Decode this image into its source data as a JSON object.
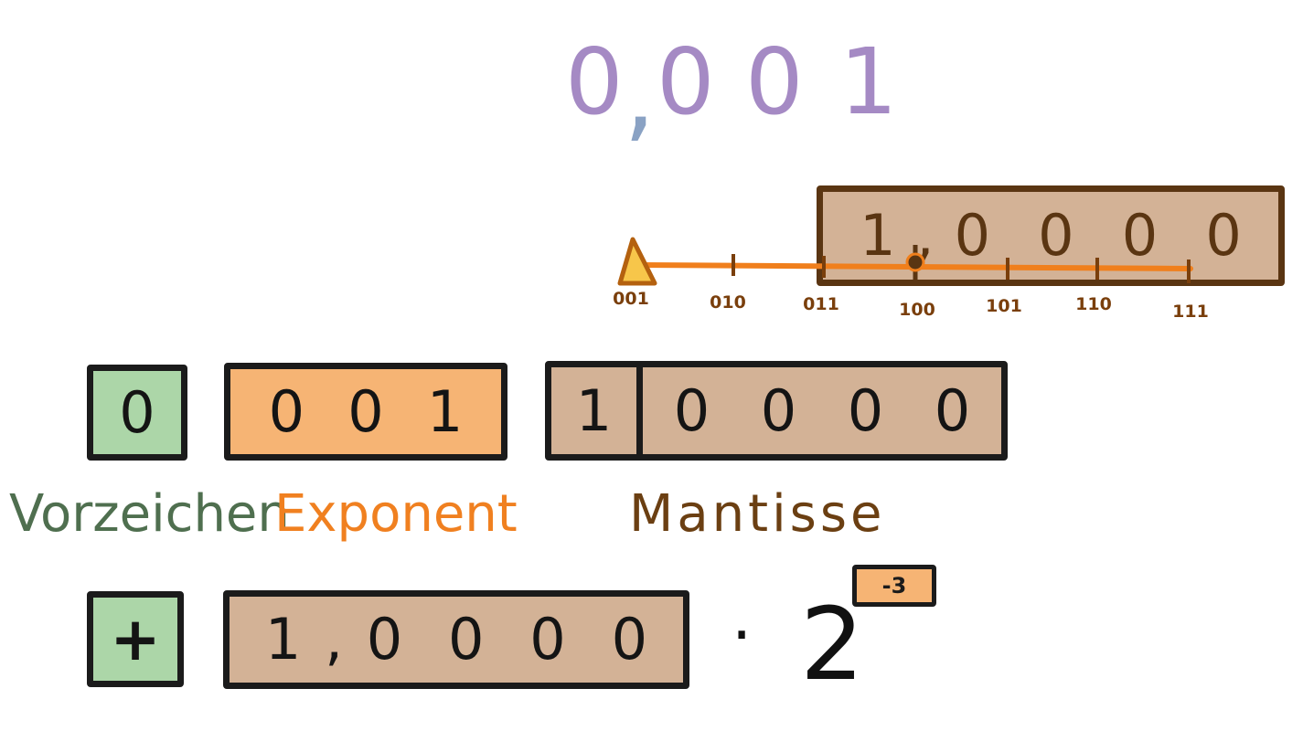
{
  "top_number": {
    "digits": [
      "0",
      ",",
      "0",
      "0",
      "1"
    ]
  },
  "scale": {
    "mantissa_box": [
      "1",
      ",",
      "0",
      "0",
      "0",
      "0"
    ],
    "ticks": [
      "001",
      "010",
      "011",
      "100",
      "101",
      "110",
      "111"
    ],
    "marker_position": "001"
  },
  "representation": {
    "sign": "0",
    "exponent": [
      "0",
      "0",
      "1"
    ],
    "mantissa_leading": "1",
    "mantissa_rest": [
      "0",
      "0",
      "0",
      "0"
    ]
  },
  "labels": {
    "sign": "Vorzeichen",
    "exponent": "Exponent",
    "mantissa": "Mantisse"
  },
  "formula": {
    "sign": "+",
    "mantissa": [
      "1",
      ",",
      "0",
      "0",
      "0",
      "0"
    ],
    "dot": "·",
    "base": "2",
    "exponent": "-3"
  },
  "colors": {
    "sign_bg": "#acd6a8",
    "exponent_bg": "#f6b474",
    "mantissa_bg": "#d3b296",
    "line_orange": "#f07f1c",
    "label_green": "#4f6f4f",
    "label_orange": "#f08020",
    "label_brown": "#6b3f12",
    "top_purple": "#a58ac4",
    "top_comma": "#8aa2c4"
  }
}
